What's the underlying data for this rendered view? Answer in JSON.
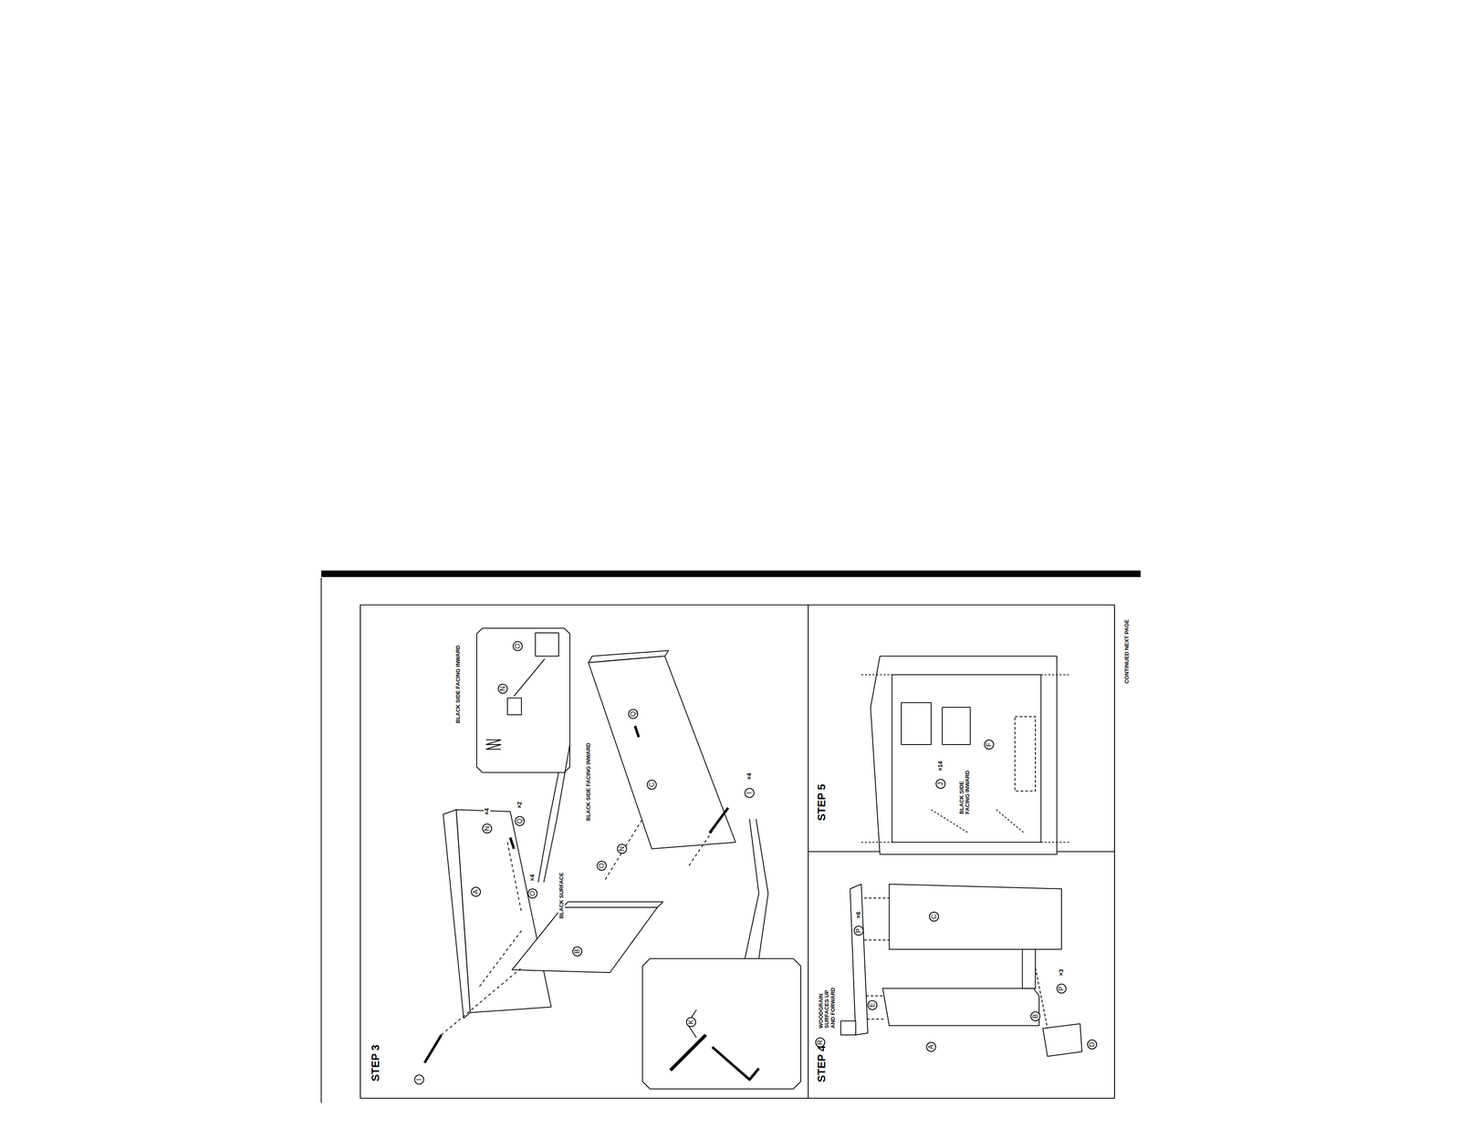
{
  "diagram": {
    "labels": [
      "STEP 3",
      "BLACK SIDE FACING INWARD",
      "A",
      "N",
      "×4",
      "O",
      "×4",
      "Q",
      "×2",
      "BLACK SURFACE",
      "I",
      "B",
      "N",
      "O",
      "BLACK SIDE FACING INWARD",
      "O",
      "N",
      "C",
      "Q",
      "I",
      "×4",
      "K",
      "STEP 4",
      "WOODGRAIN SURFACES UP AND FORWARD",
      "R",
      "E",
      "P",
      "×6",
      "C",
      "A",
      "B",
      "P",
      "×3",
      "D",
      "STEP 5",
      "J",
      "×14",
      "BLACK SIDE FACING INWARD",
      "F",
      "CONTINUED NEXT PAGE"
    ]
  }
}
